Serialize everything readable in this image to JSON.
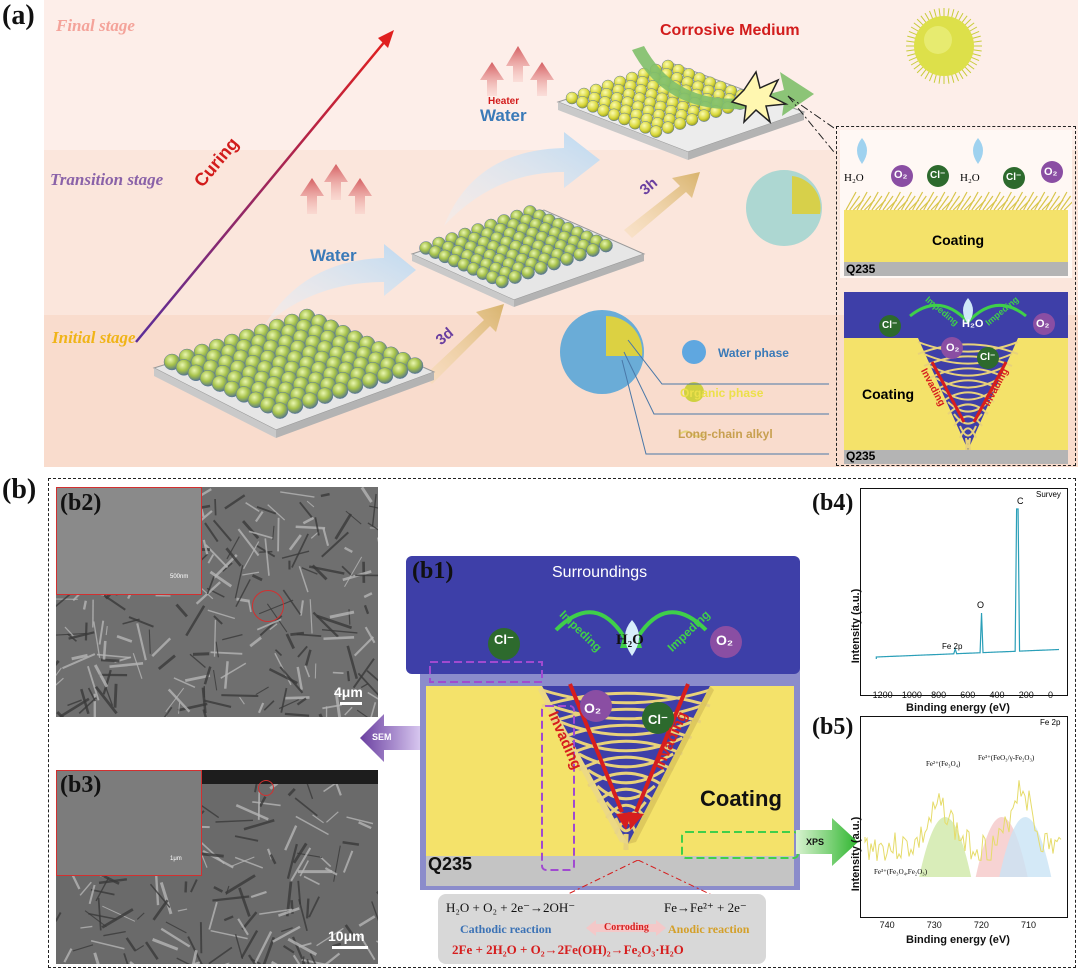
{
  "panel_a": {
    "label": "(a)",
    "stages": {
      "final": "Final stage",
      "transition": "Transition stage",
      "initial": "Initial stage"
    },
    "curing": "Curing",
    "water": "Water",
    "heater": "Heater",
    "time_3h": "3h",
    "time_3d": "3d",
    "corrosive_medium": "Corrosive Medium",
    "legend": {
      "water_phase": "Water phase",
      "organic_phase": "Organic phase",
      "alkyl": "Long-chain alkyl"
    },
    "inset_top": {
      "coating": "Coating",
      "substrate": "Q235",
      "species": [
        "H₂O",
        "O₂",
        "Cl⁻",
        "H₂O",
        "Cl⁻",
        "O₂"
      ]
    },
    "inset_bottom": {
      "coating": "Coating",
      "substrate": "Q235",
      "impeding": "Impeding",
      "invading": "Invading",
      "h2o": "H₂O",
      "cl": "Cl⁻",
      "o2": "O₂"
    }
  },
  "panel_b": {
    "label": "(b)",
    "b1": {
      "label": "(b1)",
      "surroundings": "Surroundings",
      "coating": "Coating",
      "substrate": "Q235",
      "impeding": "Impeding",
      "invading": "Invading",
      "h2o": "H₂O",
      "cl": "Cl⁻",
      "o2": "O₂",
      "sem": "SEM",
      "xps": "XPS",
      "cathodic_eq": "H₂O + O₂ + 2e⁻→2OH⁻",
      "anodic_eq": "Fe→Fe²⁺ + 2e⁻",
      "cathodic": "Cathodic reaction",
      "corroding": "Corroding",
      "anodic": "Anodic reaction",
      "overall_eq": "2Fe + 2H₂O + O₂→2Fe(OH)₂→Fe₂O₃·H₂O"
    },
    "b2": {
      "label": "(b2)",
      "scale": "4μm",
      "inset_scale": "500nm"
    },
    "b3": {
      "label": "(b3)",
      "scale": "10μm",
      "inset_scale": "1μm"
    },
    "b4": {
      "label": "(b4)",
      "title": "Survey",
      "ylabel": "Intensity (a.u.)",
      "xlabel": "Binding energy (eV)",
      "xticks": [
        "1200",
        "1000",
        "800",
        "600",
        "400",
        "200",
        "0"
      ],
      "peaks": {
        "c": "C",
        "o": "O",
        "fe": "Fe 2p"
      }
    },
    "b5": {
      "label": "(b5)",
      "title": "Fe 2p",
      "ylabel": "Intensity (a.u.)",
      "xlabel": "Binding energy (eV)",
      "xticks": [
        "740",
        "730",
        "720",
        "710"
      ],
      "ann1": "Fe²⁺(Fe₃O₄)",
      "ann2": "Fe³⁺(FeO₃/γ-Fe₂O₃)",
      "ann3": "Fe³⁺(Fe₃O₄,Fe₂O₃)"
    }
  },
  "colors": {
    "coating": "#f5e36a",
    "surroundings": "#3e3fa8",
    "substrate": "#b4b4b4",
    "accent_red": "#d62020",
    "teal": "#2a9fb8"
  }
}
